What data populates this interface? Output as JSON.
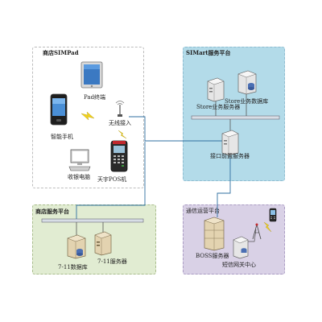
{
  "zones": {
    "simpad": {
      "title": "商店SIMPad"
    },
    "simart": {
      "title": "SIMart服务平台"
    },
    "store": {
      "title": "商店服务平台"
    },
    "telecom": {
      "title": "通信运营平台"
    }
  },
  "labels": {
    "pad_terminal": "Pad终端",
    "smartphone": "智能手机",
    "wireless_access": "无线接入",
    "pc": "收银电脑",
    "pos": "天宇POS机",
    "store_biz_server": "Store业务服务器",
    "store_biz_db": "Store业务数据库",
    "front_server": "接口前置服务器",
    "db_711": "7-11数据库",
    "server_711": "7-11服务器",
    "boss_server": "BOSS服务器",
    "sms_gateway": "短信网关中心"
  },
  "colors": {
    "simart_bg": "#b3dbe9",
    "store_bg": "#e1ecd2",
    "telecom_bg": "#d9d1e6",
    "link_blue": "#2f6fa0",
    "bolt": "#f2d21c"
  },
  "icons": [
    "ipad-icon",
    "smartphone-icon",
    "antenna-icon",
    "pc-icon",
    "pos-terminal-icon",
    "server-icon",
    "database-server-icon",
    "lightning-icon",
    "phone-icon"
  ]
}
